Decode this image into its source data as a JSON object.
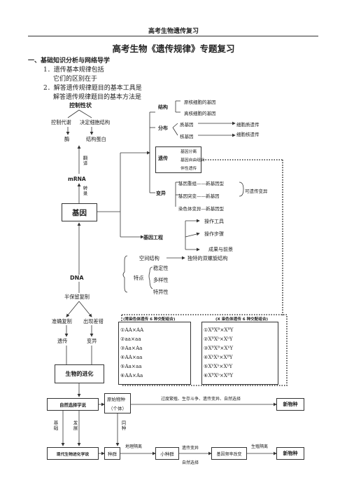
{
  "header": {
    "running_title": "高考生物遗传复习"
  },
  "doc": {
    "title": "高考生物《遗传规律》专题复习",
    "section1": "一、基础知识分析与网络导学",
    "item1": "1．遗传基本规律包括",
    "item1b": "它们的区别在于",
    "item2": "2．解答遗传规律题目的基本工具是",
    "item2b": "解答遗传规律题目的基本方法是"
  },
  "diagram": {
    "control": "控制性状",
    "control_metab": "控制代谢",
    "decide_struct": "决定细胞结构",
    "enzyme": "酶",
    "struct_protein": "结构蛋白",
    "translate": "翻译",
    "mrna": "mRNA",
    "transcribe": "转录",
    "gene": "基因",
    "dna": "DNA",
    "semi": "半保留复制",
    "accurate": "准确复制",
    "error": "出现差错",
    "heredity": "遗传",
    "variation": "变异",
    "evolution": "生物的进化",
    "structure": {
      "label": "结构",
      "items": [
        "原核细胞的基因",
        "真核细胞的基因"
      ]
    },
    "distribution": {
      "label": "分布",
      "item1": "质基因",
      "item1b": "细胞质遗传",
      "item2": "核基因",
      "item2b": "细胞核遗传"
    },
    "inherit": {
      "label": "遗传",
      "items": [
        "基因分离",
        "基因自由组合",
        "伴性遗传"
      ]
    },
    "mutation": {
      "label": "变异",
      "item1": "基因重组——新基因型",
      "item2": "基因突变——新基因",
      "item3": "染色体变异—新基因型",
      "heritable": "可遗传变异"
    },
    "engineering": {
      "label": "基因工程",
      "items": [
        "操作工具",
        "操作步骤",
        "成果与前景"
      ]
    },
    "dna_features": {
      "space": "空间结构",
      "double": "独特的双螺旋结构",
      "features": "特点",
      "items": [
        "稳定性",
        "多样性",
        "特异性"
      ]
    },
    "crosses": {
      "autosome_title": "(常染色体遗传 6 种交配组合)",
      "x_title": "(X 染色体遗传 6 种交配组合)",
      "autosome": [
        "①AA×AA",
        "②aa×aa",
        "③Aa×Aa",
        "④AA×aa",
        "⑤Aa×aa",
        "⑥AA×Aa"
      ],
      "x": [
        "①XᴮXᴮ×XᴮY",
        "②XᴮXᵇ×XᵇY",
        "③XᴮXᴮ×XᵇY",
        "④XᵇXᵇ×XᴮY",
        "⑤XᵇXᵇ×XᵇY",
        "⑥XᴮXᵇ×XᴮY"
      ]
    },
    "natural_selection": "自然选择学说",
    "original": "原始物种",
    "original_b": "（个体）",
    "process": "过度繁殖、生存斗争、遗传变异、自然选择",
    "new_species": "新物种",
    "basis": "基础",
    "develop": "发展",
    "same": "同种",
    "modern": "现代生物进化学说",
    "population": "种群",
    "geo": "地理隔离",
    "small_pop": "小种群",
    "mut_var": "遗传变异",
    "nat_sel": "自然选择",
    "freq": "基因频率改变",
    "repro": "生殖隔离",
    "new_species2": "新物种"
  }
}
